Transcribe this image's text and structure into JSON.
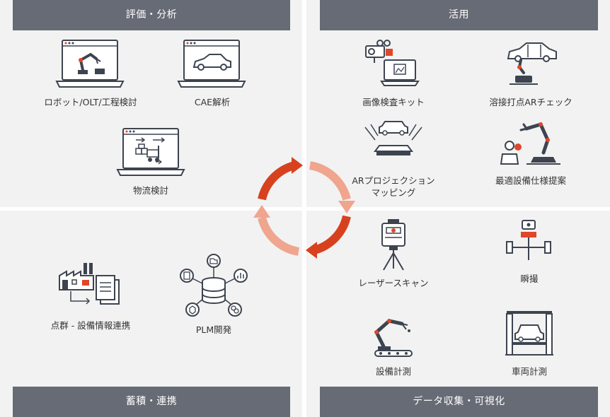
{
  "sections": {
    "top_left": {
      "title": "評価・分析"
    },
    "top_right": {
      "title": "活用"
    },
    "bottom_left": {
      "title": "蓄積・連携"
    },
    "bottom_right": {
      "title": "データ収集・可視化"
    }
  },
  "items": {
    "robot_olt": "ロボット/OLT/工程検討",
    "cae": "CAE解析",
    "logistics": "物流検討",
    "image_kit": "画像検査キット",
    "ar_check": "溶接打点ARチェック",
    "ar_projection_1": "ARプロジェクション",
    "ar_projection_2": "マッピング",
    "equipment_proposal": "最適設備仕様提案",
    "point_cloud": "点群 - 設備情報連携",
    "plm": "PLM開発",
    "laser_scanner": "レーザースキャン",
    "instant_shot": "瞬撮",
    "equipment_measure": "設備計測",
    "vehicle_measure": "車両計測"
  },
  "colors": {
    "bar": "#676b75",
    "panel": "#f2f2f2",
    "arrow_dark": "#d7411e",
    "arrow_light": "#f0a58f",
    "icon_dark": "#3d4450",
    "icon_red": "#e0462a"
  },
  "icons": {
    "robot_olt": "laptop-robot-arm-icon",
    "cae": "laptop-car-icon",
    "logistics": "laptop-forklift-icon",
    "image_kit": "camera-laptop-icon",
    "ar_check": "robot-car-body-icon",
    "ar_projection": "projector-car-icon",
    "equipment_proposal": "worker-robot-icon",
    "point_cloud": "factory-documents-icon",
    "plm": "database-hub-icon",
    "laser_scanner": "laser-scanner-tripod-icon",
    "instant_shot": "camera-rig-icon",
    "equipment_measure": "robot-arm-icon",
    "vehicle_measure": "car-lift-icon"
  }
}
